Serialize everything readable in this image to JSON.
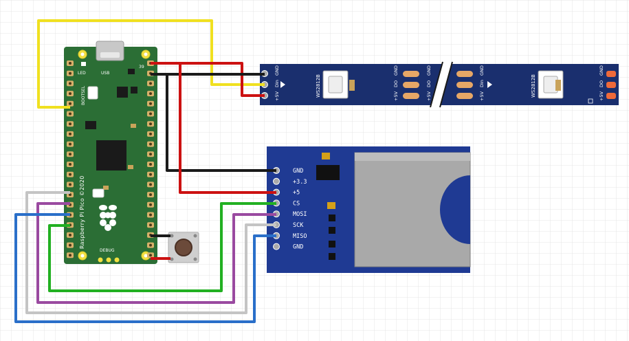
{
  "pico": {
    "board_text": "Raspberry Pi Pico ©2020",
    "led_label": "LED",
    "usb_label": "USB",
    "bootsel_label": "BOOTSEL",
    "debug_label": "DEBUG",
    "pin_label": "39"
  },
  "led_strip": {
    "chip_label": "WS2812B",
    "in_labels": [
      "GND",
      "Din",
      "+5V"
    ],
    "out_labels": [
      "GND",
      "DO",
      "+5V"
    ]
  },
  "sd_module": {
    "pins": [
      "GND",
      "+3.3",
      "+5",
      "CS",
      "MOSI",
      "SCK",
      "MISO",
      "GND"
    ]
  },
  "colors": {
    "board": "#2b6e35",
    "strip": "#1a2f6e",
    "sd": "#1f3a93",
    "wire_red": "#cc1111",
    "wire_black": "#1a1a1a",
    "wire_yellow": "#f0e020",
    "wire_green": "#22b022",
    "wire_purple": "#9a4aa0",
    "wire_gray": "#c4c4c4",
    "wire_blue": "#2a6fc9"
  }
}
